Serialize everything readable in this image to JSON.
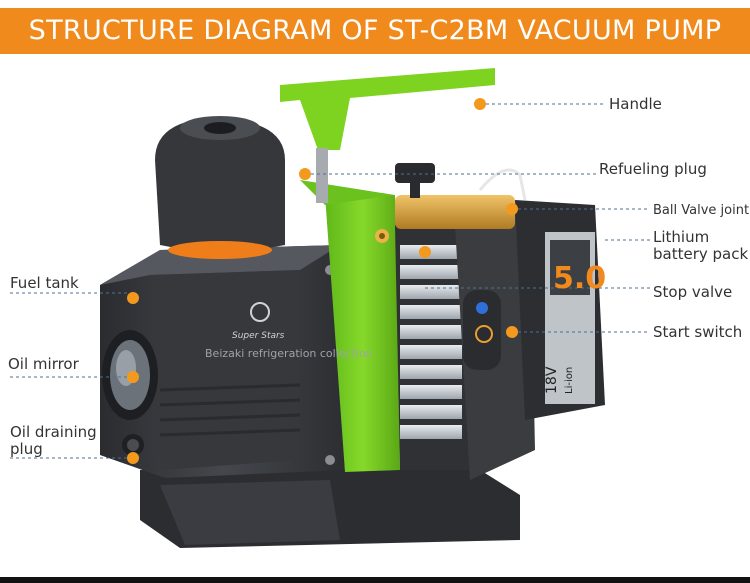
{
  "title": "STRUCTURE DIAGRAM OF ST-C2BM VACUUM PUMP",
  "labels": {
    "handle": "Handle",
    "refueling_plug": "Refueling plug",
    "ball_valve_joint": "Ball Valve joint",
    "lithium_battery_pack": "Lithium battery pack",
    "stop_valve": "Stop valve",
    "start_switch": "Start switch",
    "fuel_tank": "Fuel tank",
    "oil_mirror": "Oil mirror",
    "oil_draining_plug": "Oil draining plug"
  },
  "product_markings": {
    "brand": "Super Stars",
    "watermark": "Beizaki refrigeration collection",
    "battery_capacity": "5.0",
    "battery_voltage": "18V",
    "battery_type": "Li-ion"
  },
  "colors": {
    "banner": "#f08a1c",
    "accent_green": "#7ed321",
    "callout_dot": "#f39a1e",
    "body_dark": "#3b3d41"
  }
}
